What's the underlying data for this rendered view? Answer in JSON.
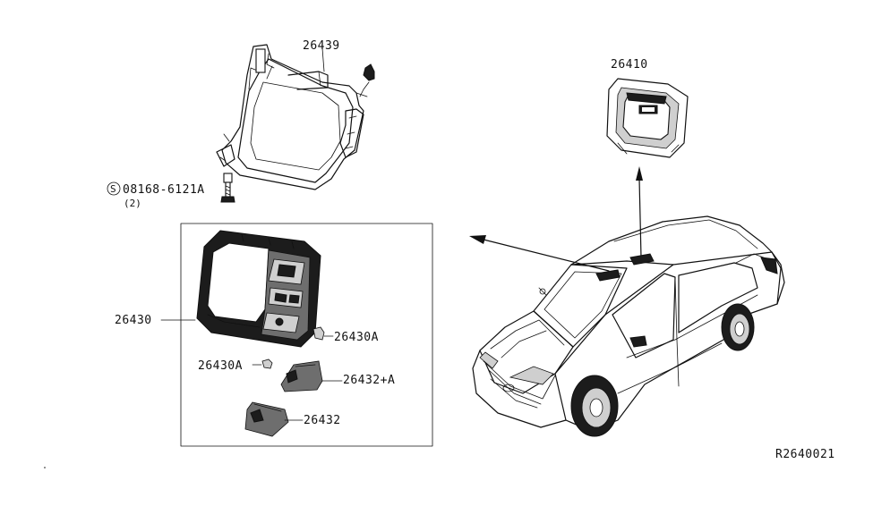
{
  "diagram_id": "R2640021",
  "parts": {
    "bracket": "26439",
    "bolt_number": "08168-6121A",
    "bolt_qty": "(2)",
    "bolt_symbol": "S",
    "roof_lamp": "26410",
    "map_lamp_assy": "26430",
    "bulb_right": "26430A",
    "bulb_left": "26430A",
    "lens_set": "26432+A",
    "lens": "26432"
  }
}
